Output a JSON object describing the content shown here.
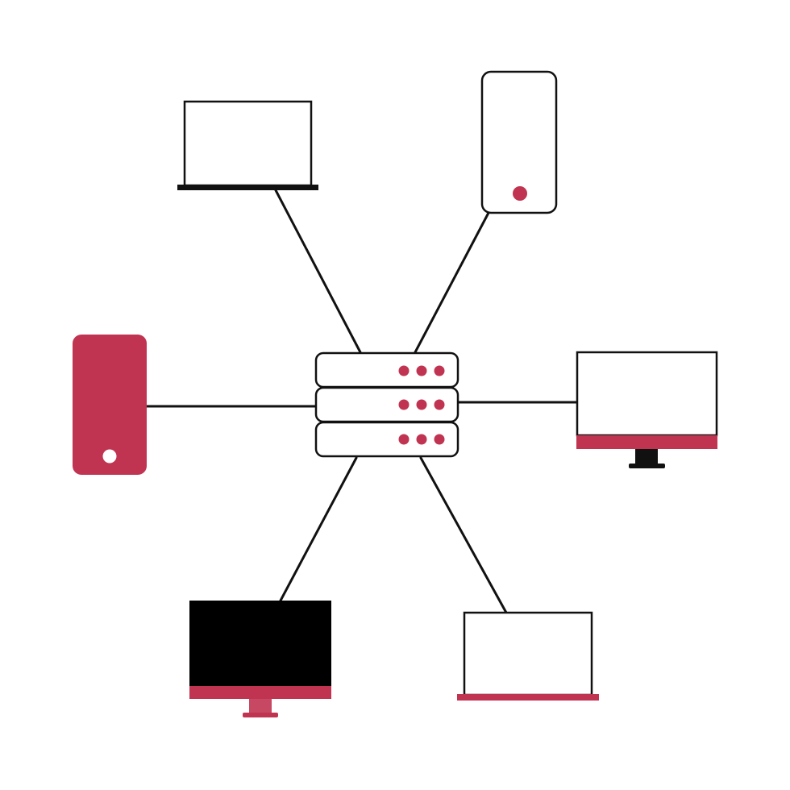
{
  "diagram": {
    "type": "star-network",
    "hub": {
      "name": "server-rack",
      "units": 3,
      "leds_per_unit": 3
    },
    "nodes": [
      {
        "name": "laptop-top",
        "device": "laptop",
        "style": "outline"
      },
      {
        "name": "phone-top-right",
        "device": "phone",
        "style": "outline"
      },
      {
        "name": "tower-left",
        "device": "desktop-tower",
        "style": "filled"
      },
      {
        "name": "monitor-right",
        "device": "monitor",
        "style": "outline"
      },
      {
        "name": "monitor-bottom-left",
        "device": "monitor",
        "style": "dark-screen"
      },
      {
        "name": "laptop-bottom-right",
        "device": "laptop",
        "style": "outline"
      }
    ],
    "connections": [
      {
        "from": "server-rack",
        "to": "laptop-top"
      },
      {
        "from": "server-rack",
        "to": "phone-top-right"
      },
      {
        "from": "server-rack",
        "to": "tower-left"
      },
      {
        "from": "server-rack",
        "to": "monitor-right"
      },
      {
        "from": "server-rack",
        "to": "monitor-bottom-left"
      },
      {
        "from": "server-rack",
        "to": "laptop-bottom-right"
      }
    ]
  },
  "colors": {
    "accent": "#c03452",
    "outline": "#111111",
    "background": "#ffffff"
  }
}
